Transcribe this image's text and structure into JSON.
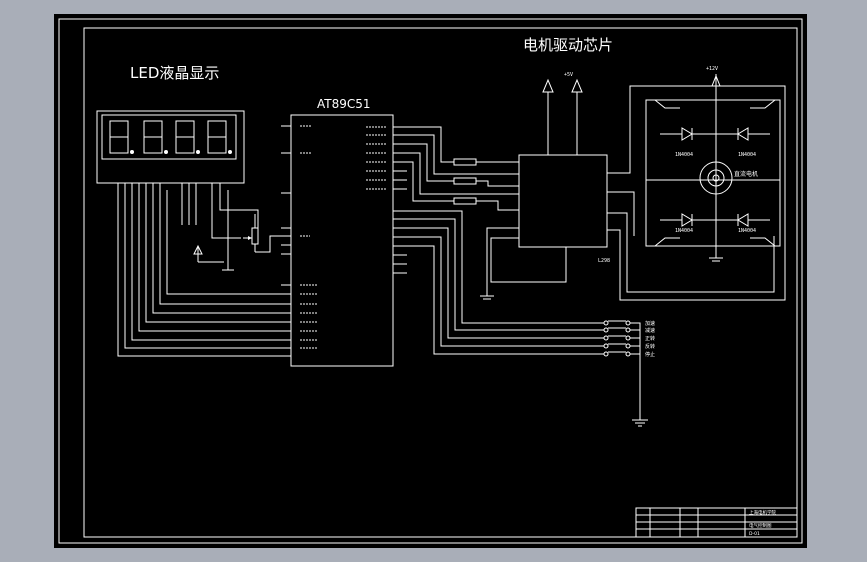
{
  "labels": {
    "lcd_title": "LED液晶显示",
    "mcu_title": "AT89C51",
    "driver_title": "电机驱动芯片",
    "motor_label": "直流电机",
    "driver_part": "L298",
    "diode_label": "1N4004",
    "vcc_label": "+5V",
    "motor_vcc_label": "+12V"
  },
  "buttons": [
    "加速",
    "减速",
    "正转",
    "反转",
    "停止"
  ],
  "title_block": {
    "company": "上海电机学院",
    "drawing": "电气控制图",
    "drawing_no": "D-01"
  },
  "colors": {
    "background": "#000000",
    "frame": "#a9aeb8",
    "lines": "#ffffff"
  }
}
